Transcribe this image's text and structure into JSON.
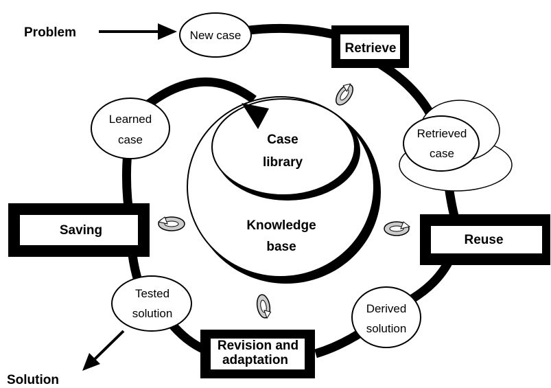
{
  "diagram": {
    "start_label": "Problem",
    "end_label": "Solution",
    "phases": {
      "retrieve": "Retrieve",
      "reuse": "Reuse",
      "revision_line1": "Revision and",
      "revision_line2": "adaptation",
      "saving": "Saving"
    },
    "cases": {
      "new_case": "New case",
      "retrieved_line1": "Retrieved",
      "retrieved_line2": "case",
      "derived_line1": "Derived",
      "derived_line2": "solution",
      "tested_line1": "Tested",
      "tested_line2": "solution",
      "learned_line1": "Learned",
      "learned_line2": "case"
    },
    "center": {
      "library_line1": "Case",
      "library_line2": "library",
      "kb_line1": "Knowledge",
      "kb_line2": "base"
    }
  }
}
